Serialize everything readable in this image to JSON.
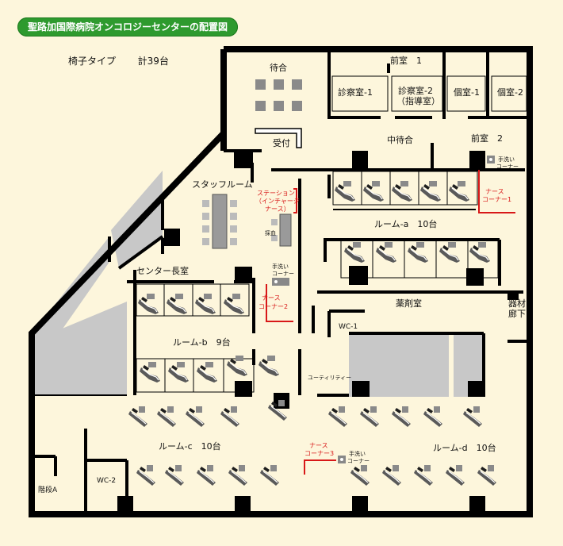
{
  "title": "聖路加国際病院オンコロジーセンターの配置図",
  "summary": {
    "chair_type": "椅子タイプ",
    "total": "計39台"
  },
  "rooms": {
    "waiting": "待合",
    "front1": "前室　1",
    "exam1": "診察室-1",
    "exam2_line1": "診察室-2",
    "exam2_line2": "（指導室）",
    "private1": "個室-1",
    "private2": "個室-2",
    "reception": "受付",
    "mid_waiting": "中待合",
    "front2": "前室　2",
    "staff_room": "スタッフルーム",
    "blood_draw": "採血",
    "director_room": "センター長室",
    "pharmacy": "薬剤室",
    "equipment_line1": "器材",
    "equipment_line2": "廊下",
    "wc1": "WC-1",
    "wc2": "WC-2",
    "utility": "ユーティリティー",
    "stairs": "階段A"
  },
  "treatment_rooms": {
    "room_a": "ルーム-a　10台",
    "room_b": "ルーム-b　9台",
    "room_c": "ルーム-c　10台",
    "room_d": "ルーム-d　10台"
  },
  "stations": {
    "station_line1": "ステーション",
    "station_line2": "（インチャージ",
    "station_line3": "ナース）",
    "nurse1_line1": "ナース",
    "nurse1_line2": "コーナー1",
    "nurse2_line1": "ナース",
    "nurse2_line2": "コーナー2",
    "nurse3_line1": "ナース",
    "nurse3_line2": "コーナー3"
  },
  "handwash": {
    "line1": "手洗い",
    "line2": "コーナー"
  },
  "colors": {
    "badge_green": "#2e9a2e",
    "background": "#fdf6dc",
    "wall": "#000000",
    "grey_area": "#c8c8c8",
    "nurse_red": "#d81818"
  }
}
